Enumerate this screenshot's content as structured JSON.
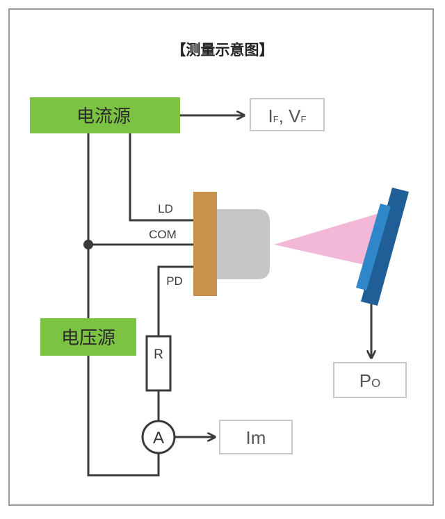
{
  "title": "【测量示意图】",
  "current_source": {
    "label": "电流源"
  },
  "voltage_source": {
    "label": "电压源"
  },
  "pins": {
    "ld": "LD",
    "com": "COM",
    "pd": "PD"
  },
  "resistor": {
    "label": "R"
  },
  "ammeter": {
    "label": "A"
  },
  "outputs": {
    "ivf": {
      "i": "I",
      "i_sub": "F",
      "sep": ", ",
      "v": "V",
      "v_sub": "F"
    },
    "im": "Im",
    "po": {
      "p": "P",
      "sub": "O"
    }
  },
  "colors": {
    "source_fill": "#7cc243",
    "laser_body": "#c9914a",
    "laser_cap": "#c8c5c8",
    "beam": "#f3b8d8",
    "detector_dark": "#1f5e96",
    "detector_light": "#2f86c8",
    "output_border": "#c8c8c8"
  }
}
